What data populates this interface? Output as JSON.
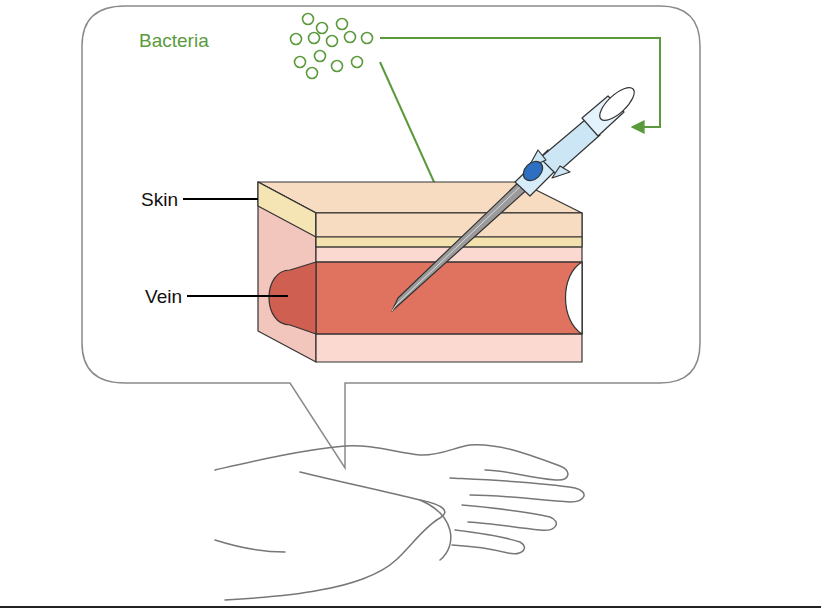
{
  "diagram": {
    "labels": [
      "Bacteria",
      "Skin",
      "Vein"
    ]
  }
}
